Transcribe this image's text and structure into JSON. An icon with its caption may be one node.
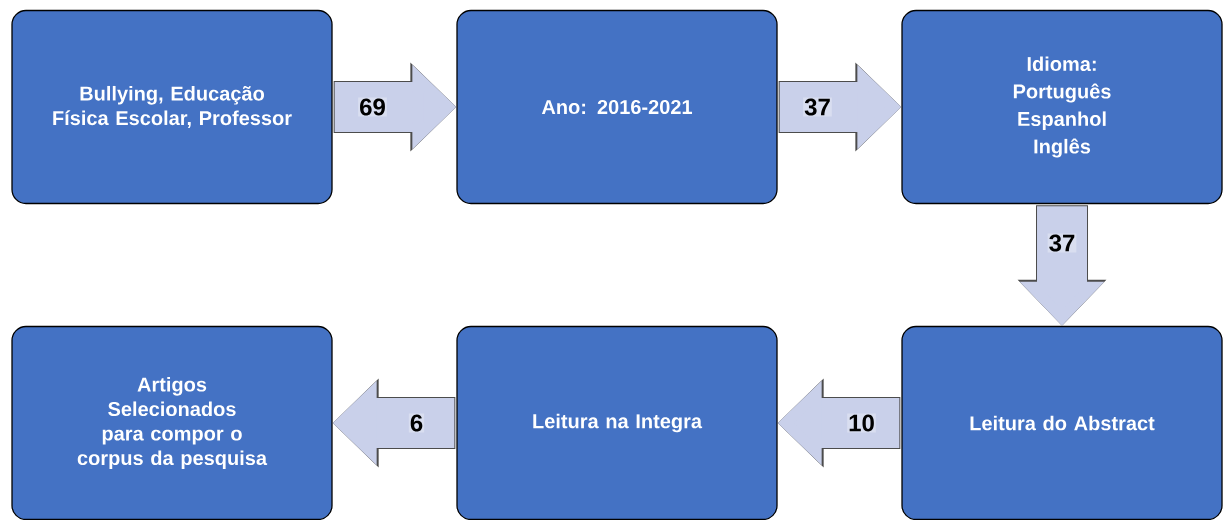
{
  "diagram": {
    "nodes": [
      {
        "text": [
          "Bullying, Educação Física Escolar, Professor"
        ]
      },
      {
        "text": [
          "Ano: 2016-2021"
        ]
      },
      {
        "text": [
          "Idioma:",
          "Português",
          "Espanhol",
          "Inglês"
        ]
      },
      {
        "text": [
          "Leitura do Abstract"
        ]
      },
      {
        "text": [
          "Leitura na Integra"
        ]
      },
      {
        "text": [
          "Artigos Selecionados para compor o corpus da pesquisa"
        ]
      }
    ],
    "edges": [
      {
        "from": 0,
        "to": 1,
        "arrow": "to",
        "label": "69"
      },
      {
        "from": 1,
        "to": 2,
        "arrow": "to",
        "label": "37"
      },
      {
        "from": 2,
        "to": 3,
        "arrow": "to",
        "label": "37"
      },
      {
        "from": 3,
        "to": 4,
        "arrow": "to",
        "label": "10"
      },
      {
        "from": 4,
        "to": 5,
        "arrow": "to",
        "label": "6"
      }
    ]
  }
}
